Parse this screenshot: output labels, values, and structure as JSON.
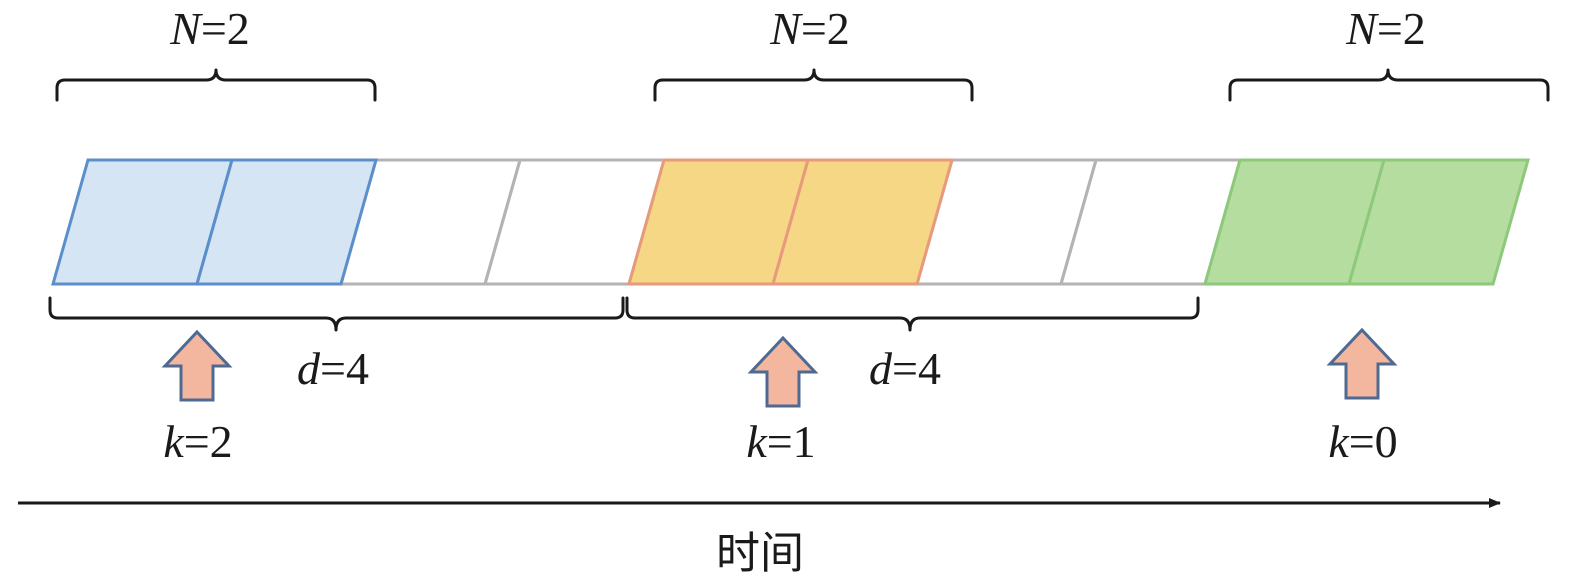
{
  "colors": {
    "blue_fill": "#d5e5f3",
    "blue_stroke": "#5b8fcb",
    "yellow_fill": "#f5d785",
    "yellow_stroke": "#e79a7c",
    "green_fill": "#b5dda0",
    "green_stroke": "#8ec87a",
    "empty_stroke": "#b3b3b3",
    "arrow_fill": "#f3b69f",
    "arrow_stroke": "#4f6a92"
  },
  "segment_groups": [
    {
      "id": "a",
      "color": "blue",
      "cells": 2,
      "empty_after": 2
    },
    {
      "id": "b",
      "color": "yellow",
      "cells": 2,
      "empty_after": 2
    },
    {
      "id": "c",
      "color": "green",
      "cells": 2,
      "empty_after": 0
    }
  ],
  "top_labels": [
    {
      "var": "N",
      "rest": "=2"
    },
    {
      "var": "N",
      "rest": "=2"
    },
    {
      "var": "N",
      "rest": "=2"
    }
  ],
  "bottom_labels": [
    {
      "var": "d",
      "rest": "=4"
    },
    {
      "var": "d",
      "rest": "=4"
    }
  ],
  "k_labels": [
    {
      "var": "k",
      "rest": "=2"
    },
    {
      "var": "k",
      "rest": "=1"
    },
    {
      "var": "k",
      "rest": "=0"
    }
  ],
  "axis_label": "时间"
}
